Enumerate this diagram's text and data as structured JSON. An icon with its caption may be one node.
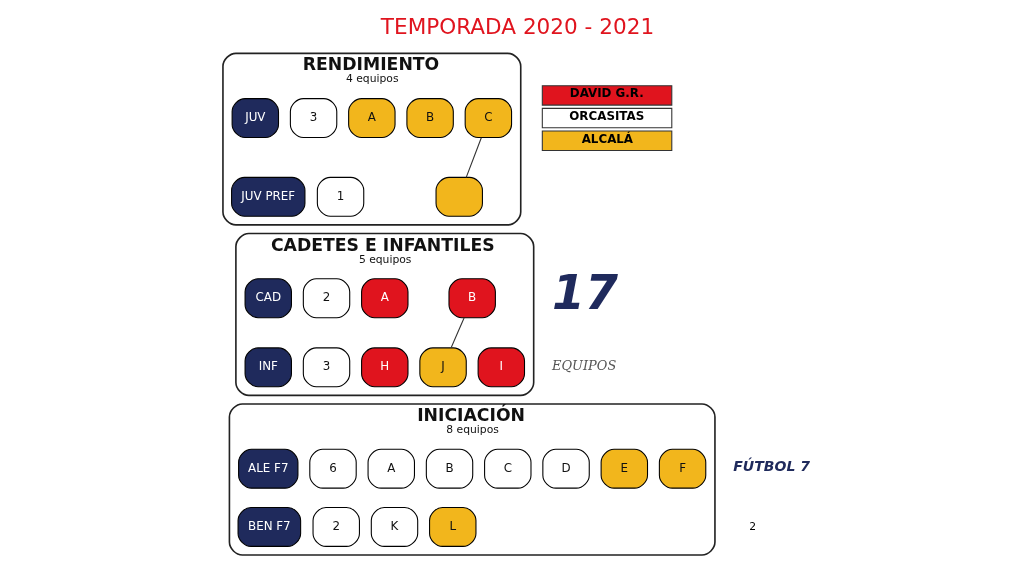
{
  "diagram": {
    "title": "TEMPORADA 2020 - 2021",
    "nodes": [
      {
        "text": [
          "RENDIMIENTO",
          "4 equipos"
        ]
      },
      {
        "text": [
          "JUV"
        ],
        "in": 0
      },
      {
        "text": [
          "3"
        ],
        "in": 0
      },
      {
        "text": [
          "JUV PREF"
        ],
        "in": 0
      },
      {
        "text": [
          "1"
        ],
        "in": 0
      },
      {
        "text": [
          "A"
        ],
        "in": 0
      },
      {
        "text": [
          "B"
        ],
        "in": 0
      },
      {
        "text": [
          "C"
        ],
        "in": 0
      },
      {
        "text": [],
        "shape": "box",
        "in": 0
      },
      {
        "text": [
          "CADETES E INFANTILES",
          "5 equipos"
        ]
      },
      {
        "text": [
          "CAD"
        ],
        "in": 9
      },
      {
        "text": [
          "2"
        ],
        "in": 9
      },
      {
        "text": [
          "INF"
        ],
        "in": 9
      },
      {
        "text": [
          "3"
        ],
        "in": 9
      },
      {
        "text": [
          "A"
        ],
        "in": 9
      },
      {
        "text": [
          "B"
        ],
        "in": 9
      },
      {
        "text": [
          "H"
        ],
        "in": 9
      },
      {
        "text": [
          "I"
        ],
        "in": 9
      },
      {
        "text": [
          "J"
        ],
        "in": 9
      },
      {
        "text": [
          "INICIACIÓN",
          "8 equipos"
        ]
      },
      {
        "text": [
          "ALE F7"
        ],
        "in": 19
      },
      {
        "text": [
          "6"
        ],
        "in": 19
      },
      {
        "text": [
          "BEN F7"
        ],
        "in": 19
      },
      {
        "text": [
          "2"
        ],
        "in": 19
      },
      {
        "text": [
          "A"
        ],
        "in": 19
      },
      {
        "text": [
          "B"
        ],
        "in": 19
      },
      {
        "text": [
          "C"
        ],
        "in": 19
      },
      {
        "text": [
          "D"
        ],
        "in": 19
      },
      {
        "text": [
          "E"
        ],
        "in": 19
      },
      {
        "text": [
          "F"
        ],
        "in": 19
      },
      {
        "text": [
          "K"
        ],
        "in": 19
      },
      {
        "text": [
          "L"
        ],
        "in": 19
      }
    ],
    "edges": [
      {
        "from": 7,
        "to": 8,
        "arrow": "none"
      },
      {
        "from": 15,
        "to": 18,
        "arrow": "none"
      }
    ],
    "labels": [
      "17",
      "EQUIPOS",
      "FÚTBOL 7",
      "2"
    ],
    "legend": [
      {
        "text": "DAVID G.R.",
        "color": "#e0141e"
      },
      {
        "text": "ORCASITAS",
        "color": "#ffffff"
      },
      {
        "text": "ALCALÁ",
        "color": "#f2b61c"
      }
    ]
  }
}
